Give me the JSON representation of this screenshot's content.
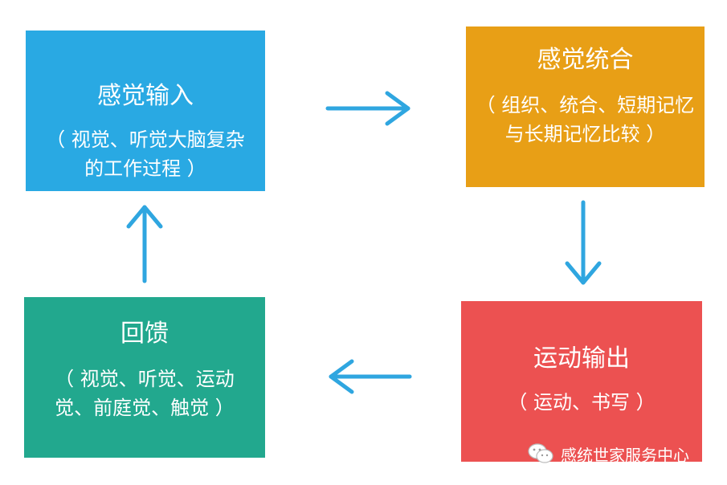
{
  "boxes": {
    "input": {
      "title": "感觉输入",
      "desc": "（ 视觉、听觉大脑复杂的工作过程 ）",
      "color": "#29a9e3"
    },
    "integrate": {
      "title": "感觉统合",
      "desc": "（ 组织、统合、短期记忆与长期记忆比较 ）",
      "color": "#e89f16"
    },
    "output": {
      "title": "运动输出",
      "desc": "（ 运动、书写 ）",
      "color": "#ec5151"
    },
    "feedback": {
      "title": "回馈",
      "desc": "（ 视觉、听觉、运动觉、前庭觉、触觉 ）",
      "color": "#22a88e"
    }
  },
  "arrows": {
    "color": "#2fa6e0"
  },
  "watermark": {
    "text": "感统世家服务中心",
    "icon": "wechat-icon"
  }
}
